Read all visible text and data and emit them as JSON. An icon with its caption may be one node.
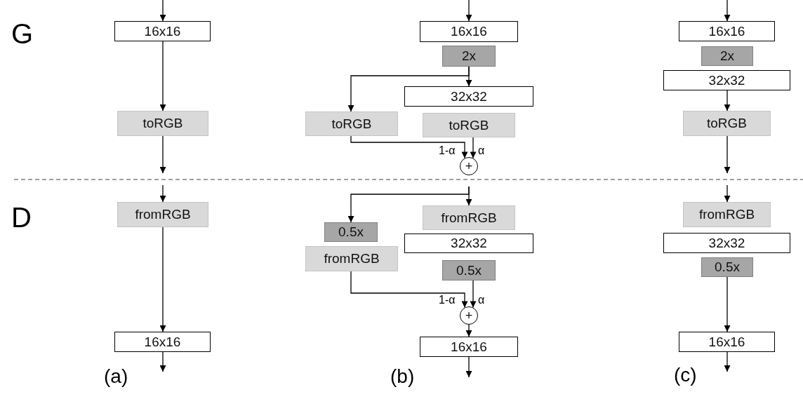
{
  "diagram": {
    "nodes": [
      {
        "text": [
          "16x16"
        ]
      },
      {
        "text": [
          "toRGB"
        ]
      },
      {
        "text": [
          "fromRGB"
        ]
      },
      {
        "text": [
          "16x16"
        ]
      },
      {
        "text": [
          "16x16"
        ]
      },
      {
        "text": [
          "2x"
        ]
      },
      {
        "text": [
          "32x32"
        ]
      },
      {
        "text": [
          "toRGB"
        ]
      },
      {
        "text": [
          "toRGB"
        ]
      },
      {
        "text": [
          "+"
        ]
      },
      {
        "text": [
          "fromRGB"
        ]
      },
      {
        "text": [
          "0.5x"
        ]
      },
      {
        "text": [
          "32x32"
        ]
      },
      {
        "text": [
          "fromRGB"
        ]
      },
      {
        "text": [
          "0.5x"
        ]
      },
      {
        "text": [
          "+"
        ]
      },
      {
        "text": [
          "16x16"
        ]
      },
      {
        "text": [
          "16x16"
        ]
      },
      {
        "text": [
          "2x"
        ]
      },
      {
        "text": [
          "32x32"
        ]
      },
      {
        "text": [
          "toRGB"
        ]
      },
      {
        "text": [
          "fromRGB"
        ]
      },
      {
        "text": [
          "32x32"
        ]
      },
      {
        "text": [
          "0.5x"
        ]
      },
      {
        "text": [
          "16x16"
        ]
      }
    ],
    "edges": [
      {
        "from": null,
        "to": 0,
        "arrow": "to"
      },
      {
        "from": 0,
        "to": 1,
        "arrow": "to"
      },
      {
        "from": 1,
        "to": null,
        "arrow": "to"
      },
      {
        "from": null,
        "to": 2,
        "arrow": "to"
      },
      {
        "from": 2,
        "to": 3,
        "arrow": "to"
      },
      {
        "from": 3,
        "to": null,
        "arrow": "to"
      },
      {
        "from": null,
        "to": 4,
        "arrow": "to"
      },
      {
        "from": 5,
        "to": 6,
        "arrow": "to"
      },
      {
        "from": 5,
        "to": 7,
        "arrow": "to"
      },
      {
        "from": 7,
        "to": 9,
        "arrow": "to",
        "label": "1-α"
      },
      {
        "from": 8,
        "to": 9,
        "arrow": "to",
        "label": "α"
      },
      {
        "from": null,
        "to": 10,
        "arrow": "to"
      },
      {
        "from": null,
        "to": 11,
        "arrow": "to"
      },
      {
        "from": 13,
        "to": 15,
        "arrow": "to",
        "label": "1-α"
      },
      {
        "from": 14,
        "to": 15,
        "arrow": "to",
        "label": "α"
      },
      {
        "from": 15,
        "to": 16,
        "arrow": "to"
      },
      {
        "from": 16,
        "to": null,
        "arrow": "to"
      },
      {
        "from": null,
        "to": 17,
        "arrow": "to"
      },
      {
        "from": 19,
        "to": 20,
        "arrow": "to"
      },
      {
        "from": 20,
        "to": null,
        "arrow": "to"
      },
      {
        "from": null,
        "to": 21,
        "arrow": "to"
      },
      {
        "from": 23,
        "to": 24,
        "arrow": "to"
      },
      {
        "from": 24,
        "to": null,
        "arrow": "to"
      }
    ],
    "labels": [
      "G",
      "D",
      "(a)",
      "(b)",
      "(c)"
    ]
  }
}
